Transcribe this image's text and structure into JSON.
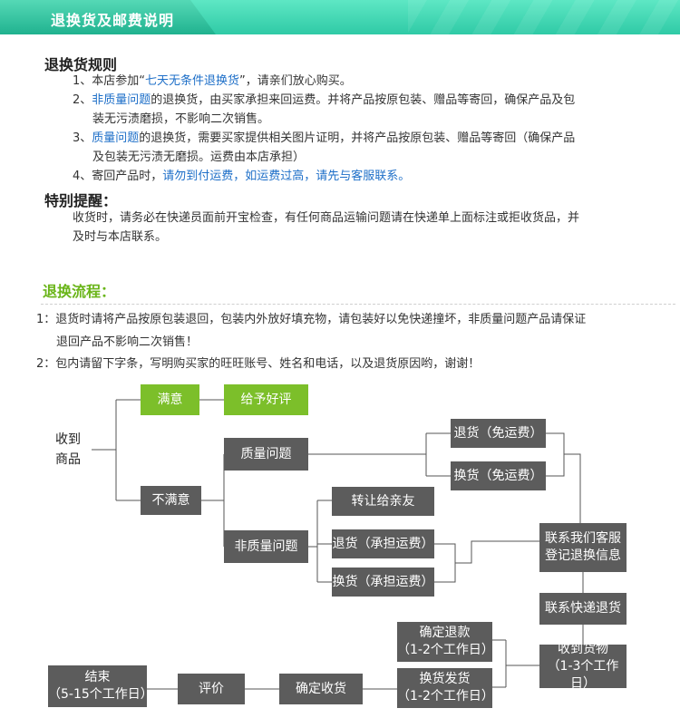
{
  "banner": {
    "title": "退换货及邮费说明"
  },
  "rules": {
    "heading": "退换货规则",
    "item1": {
      "a": "1、本店参加“",
      "b": "七天无条件退换货",
      "c": "”，请亲们放心购买。"
    },
    "item2": {
      "a": "2、",
      "b": "非质量问题",
      "c": "的退换货，由买家承担来回运费。并将产品按原包装、赠品等寄回，确保产品及包",
      "d": "装无污渍磨损，不影响二次销售。"
    },
    "item3": {
      "a": "3、",
      "b": "质量问题",
      "c": "的退换货，需要买家提供相关图片证明，并将产品按原包装、赠品等寄回（确保产品",
      "d": "及包装无污渍无磨损。运费由本店承担）"
    },
    "item4": {
      "a": "4、寄回产品时，",
      "b": "请勿到付运费，如运费过高，请先与客服联系。"
    }
  },
  "reminder": {
    "heading": "特别提醒：",
    "line1": "收货时，请务必在快递员面前开宝检查，有任何商品运输问题请在快递单上面标注或拒收货品，并",
    "line2": "及时与本店联系。"
  },
  "process": {
    "heading": "退换流程：",
    "line1": "1：退货时请将产品按原包装退回，包装内外放好填充物，请包装好以免快递撞坏，非质量问题产品请保证",
    "line2": "退回产品不影响二次销售！",
    "line3": "2：包内请留下字条，写明购买家的旺旺账号、姓名和电话，以及退货原因哟，谢谢！"
  },
  "flow": {
    "received_1": "收到",
    "received_2": "商品",
    "satisfied": "满意",
    "good_review": "给予好评",
    "unsatisfied": "不满意",
    "quality": "质量问题",
    "nonquality": "非质量问题",
    "return_free": "退货（免运费）",
    "exchange_free": "换货（免运费）",
    "transfer": "转让给亲友",
    "return_paid": "退货（承担运费）",
    "exchange_paid": "换货（承担运费）",
    "contact_1": "联系我们客服",
    "contact_2": "登记退换信息",
    "courier": "联系快递退货",
    "got_goods_1": "收到货物",
    "got_goods_2": "（1-3个工作日）",
    "refund_1": "确定退款",
    "refund_2": "（1-2个工作日）",
    "ship_1": "换货发货",
    "ship_2": "（1-2个工作日）",
    "confirm": "确定收货",
    "review": "评价",
    "end_1": "结束",
    "end_2": "（5-15个工作日）"
  },
  "colors": {
    "banner": "#2fcaa6",
    "accent_green": "#7cbf2a",
    "box_gray": "#5c5c5c",
    "link_blue": "#1e6fc8"
  }
}
